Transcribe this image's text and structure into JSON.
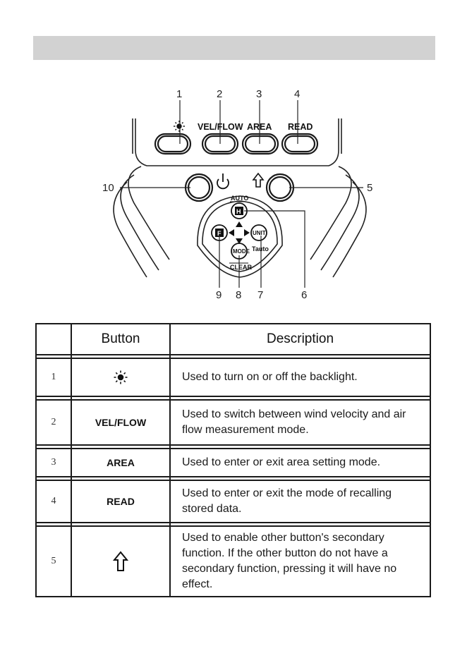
{
  "diagram": {
    "callouts": [
      "1",
      "2",
      "3",
      "4",
      "5",
      "6",
      "7",
      "8",
      "9",
      "10"
    ],
    "top_button_labels": [
      "VEL/FLOW",
      "AREA",
      "READ"
    ],
    "power_symbol": "⏻",
    "shift_symbol": "⇧",
    "auto_label": "AUTO",
    "hold_label": "H",
    "f_label": "F",
    "unit_label": "UNIT",
    "tauto_label": "Tauto",
    "mode_label": "MODE",
    "clear_label": "CLEAR",
    "backlight_icon": "sun-icon"
  },
  "table": {
    "headers": [
      "",
      "Button",
      "Description"
    ],
    "rows": [
      {
        "num": "1",
        "button": "",
        "icon": "sun-icon",
        "desc": "Used to turn on or off  the backlight."
      },
      {
        "num": "2",
        "button": "VEL/FLOW",
        "desc": "Used to switch between wind velocity and air flow measurement mode."
      },
      {
        "num": "3",
        "button": "AREA",
        "desc": "Used to enter or exit area setting mode."
      },
      {
        "num": "4",
        "button": "READ",
        "desc": "Used to enter or exit the mode of recalling stored data."
      },
      {
        "num": "5",
        "button": "",
        "icon": "shift-arrow-icon",
        "desc": "Used to enable other button's secondary function. If the other button do not have a secondary function, pressing it will have no effect."
      }
    ]
  }
}
